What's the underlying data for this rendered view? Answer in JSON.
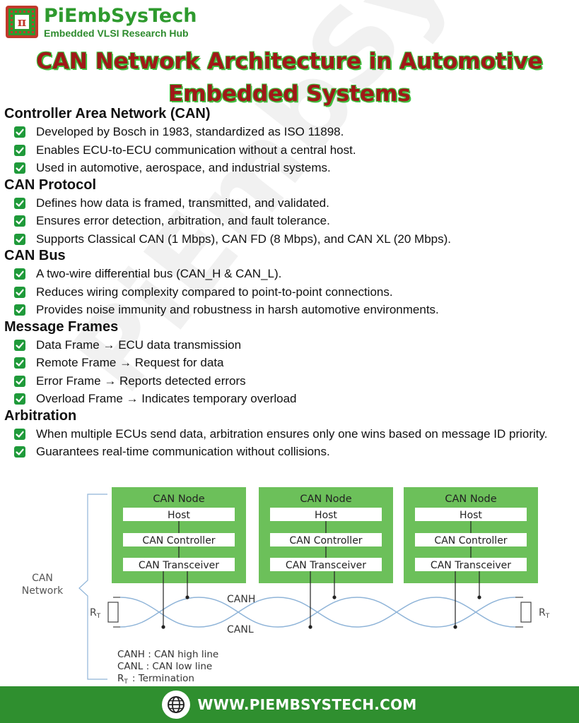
{
  "brand": {
    "name": "PiEmbSysTech",
    "tagline": "Embedded VLSI Research Hub",
    "chip_glyph": "π",
    "watermark": "PiEmbSysTech"
  },
  "title": {
    "line1": "CAN Network Architecture in Automotive",
    "line2": "Embedded Systems"
  },
  "sections": [
    {
      "heading": "Controller Area Network (CAN)",
      "items": [
        "Developed by Bosch in 1983, standardized as ISO 11898.",
        "Enables ECU-to-ECU communication without a central host.",
        "Used in automotive, aerospace, and industrial systems."
      ]
    },
    {
      "heading": "CAN Protocol",
      "items": [
        "Defines how data is framed, transmitted, and validated.",
        "Ensures error detection, arbitration, and fault tolerance.",
        "Supports Classical CAN (1 Mbps), CAN FD (8 Mbps), and CAN XL (20 Mbps)."
      ]
    },
    {
      "heading": "CAN Bus",
      "items": [
        "A two-wire differential bus (CAN_H & CAN_L).",
        "Reduces wiring complexity compared to point-to-point connections.",
        "Provides noise immunity and robustness in harsh automotive environments."
      ]
    },
    {
      "heading": "Message Frames",
      "items": [
        "Data Frame → ECU data transmission",
        "Remote Frame → Request for data",
        "Error Frame → Reports detected errors",
        "Overload Frame → Indicates temporary overload"
      ]
    },
    {
      "heading": "Arbitration",
      "items": [
        "When multiple ECUs send data, arbitration ensures only one wins based on message ID priority.",
        "Guarantees real-time communication without collisions."
      ]
    }
  ],
  "diagram": {
    "network_label_1": "CAN",
    "network_label_2": "Network",
    "node_title": "CAN Node",
    "host_label": "Host",
    "controller_label": "CAN Controller",
    "transceiver_label": "CAN Transceiver",
    "canh_label": "CANH",
    "canl_label": "CANL",
    "rt_left": "R",
    "rt_right": "R",
    "rt_sub": "T",
    "legend": [
      {
        "term": "CANH",
        "desc": ": CAN high line"
      },
      {
        "term": "CANL",
        "desc": ": CAN low line"
      },
      {
        "term": "RT",
        "desc": ": Termination"
      }
    ]
  },
  "footer": {
    "url": "WWW.PIEMBSYSTECH.COM"
  },
  "colors": {
    "green": "#2f8f2f",
    "node_green": "#6cc05a",
    "title_red": "#a01818",
    "check_green": "#1f9a3a",
    "wire_blue": "#8fb4d8"
  }
}
